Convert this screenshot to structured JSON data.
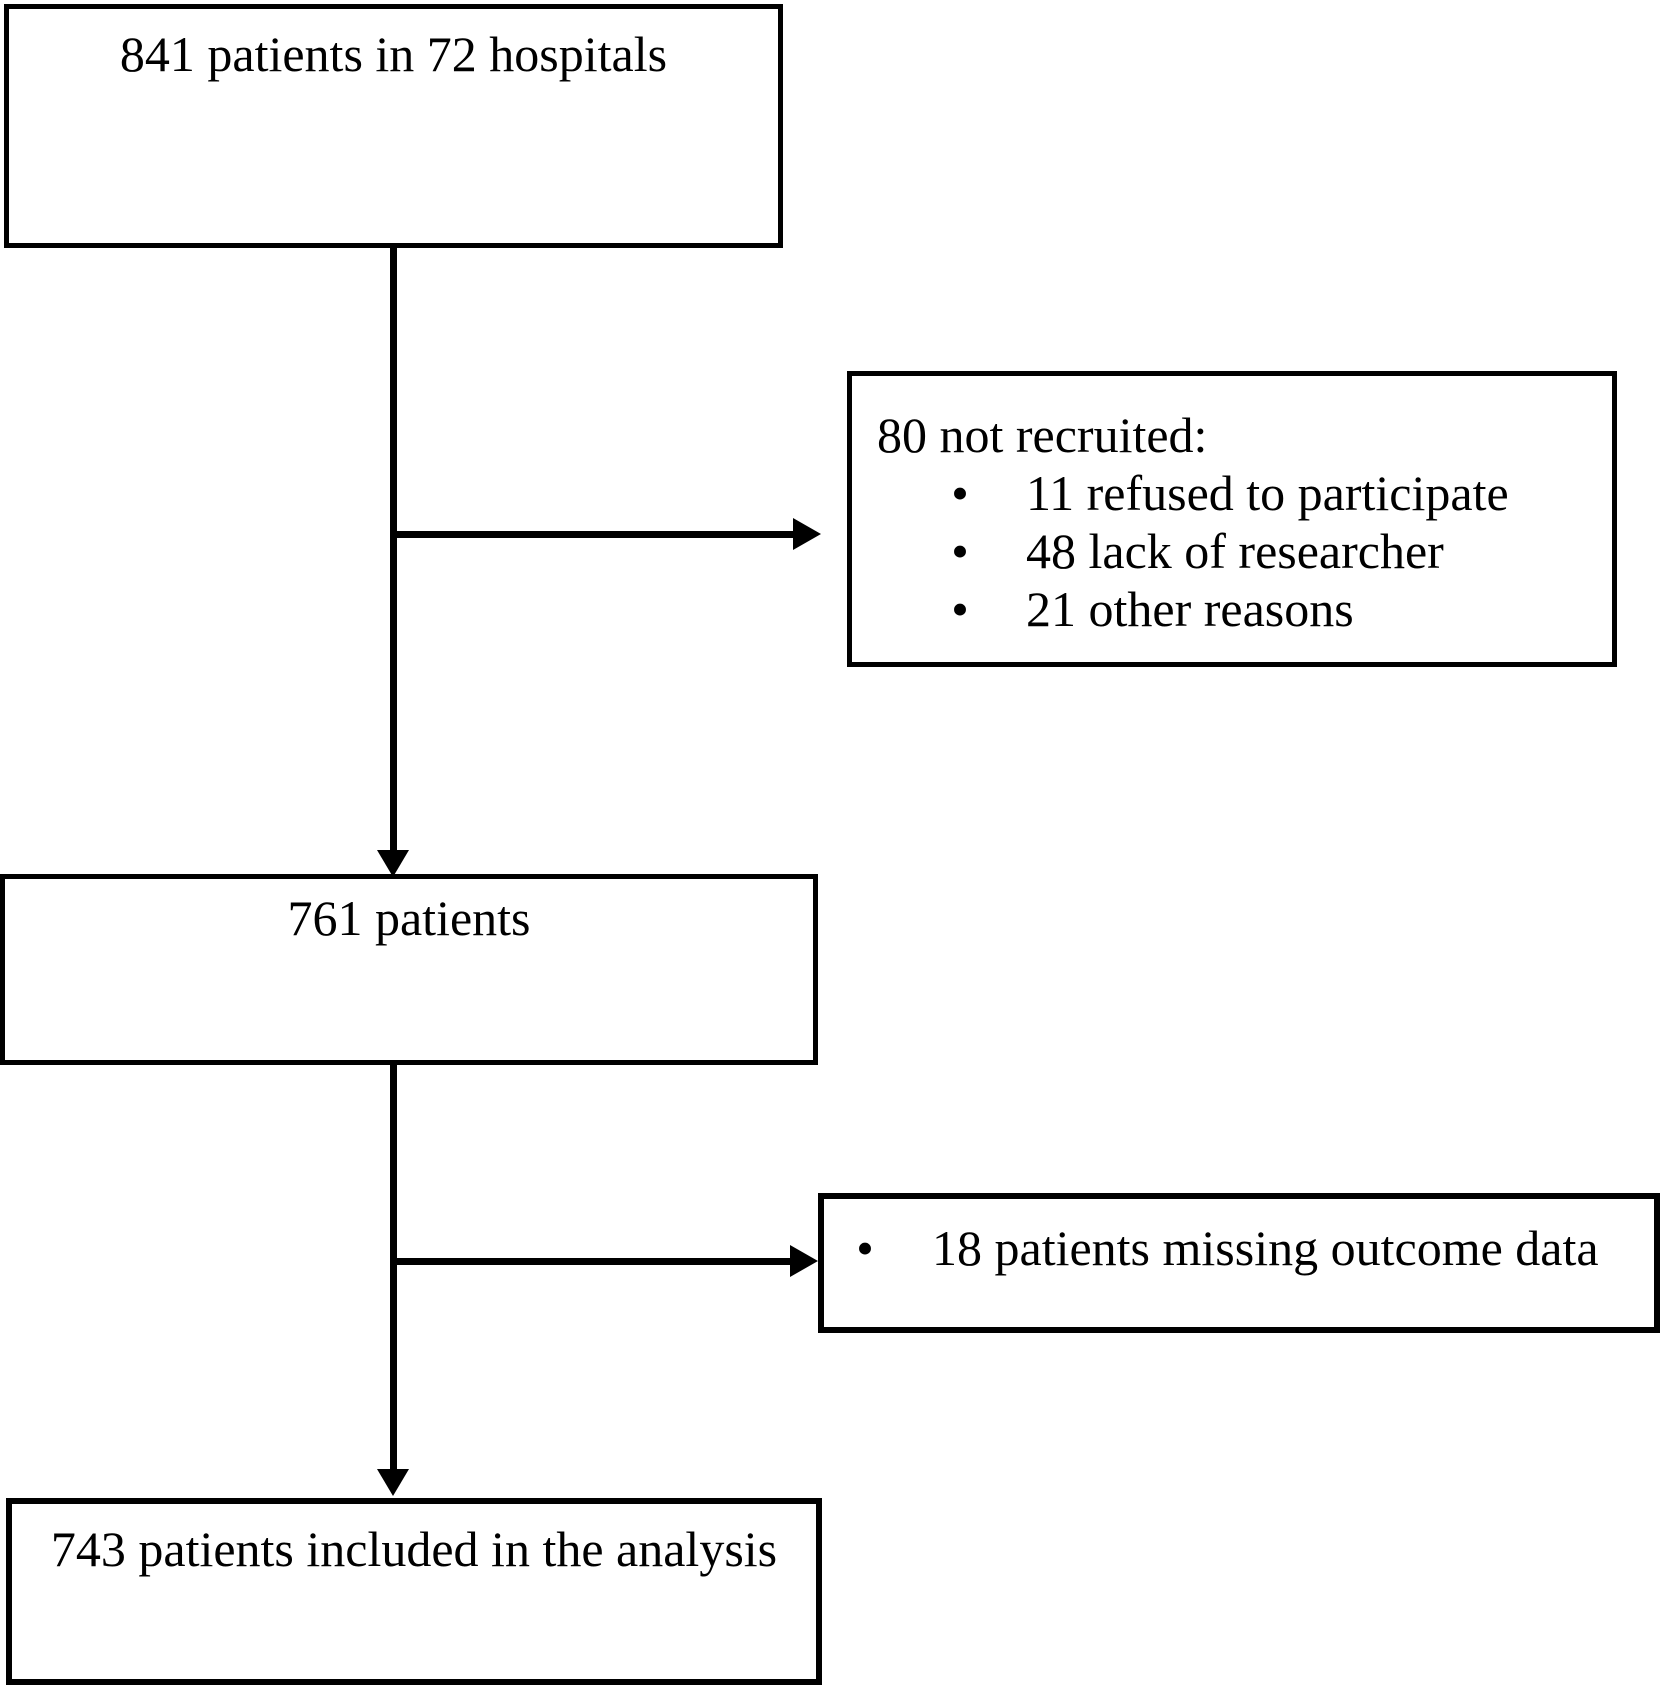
{
  "flowchart": {
    "box_enrollment": {
      "label": "841 patients in 72 hospitals"
    },
    "box_not_recruited": {
      "heading": "80 not recruited:",
      "bullet_char": "•",
      "items": [
        "11 refused to participate",
        "48 lack of researcher",
        "21 other reasons"
      ]
    },
    "box_recruited": {
      "label": "761 patients"
    },
    "box_missing_outcome": {
      "bullet_char": "•",
      "items": [
        "18 patients missing outcome data"
      ]
    },
    "box_analyzed": {
      "label": "743 patients included in the analysis"
    },
    "colors": {
      "border": "#000000",
      "text": "#000000",
      "background": "#ffffff"
    }
  }
}
